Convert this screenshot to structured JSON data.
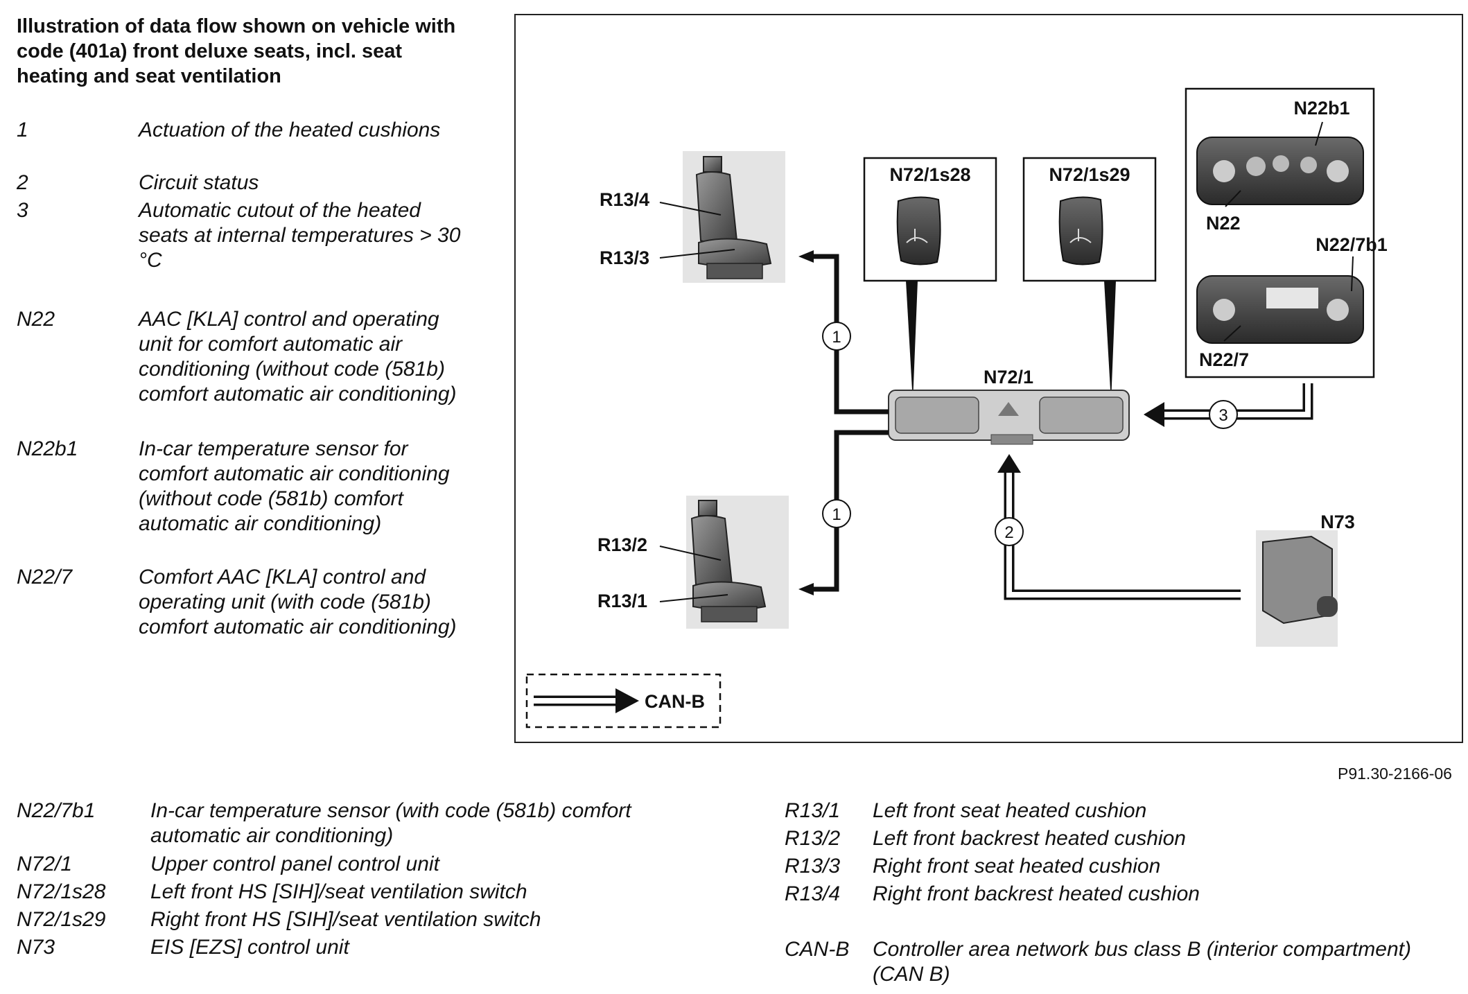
{
  "title": "Illustration of data flow shown on vehicle with code (401a) front deluxe seats, incl. seat heating and seat ventilation",
  "legend_top": [
    {
      "code": "1",
      "text": "Actuation of the heated cushions"
    },
    {
      "code": "2",
      "text": "Circuit status"
    },
    {
      "code": "3",
      "text": "Automatic cutout of the heated seats at internal temperatures > 30 °C"
    },
    {
      "code": "N22",
      "text": "AAC [KLA] control and operating unit for comfort automatic air conditioning (without code (581b) comfort automatic air conditioning)"
    },
    {
      "code": "N22b1",
      "text": "In-car temperature sensor for comfort automatic air conditioning (without code (581b) comfort automatic air conditioning)"
    },
    {
      "code": "N22/7",
      "text": "Comfort AAC [KLA] control and operating unit (with code (581b) comfort automatic air conditioning)"
    }
  ],
  "legend_bottom_left": [
    {
      "code": "N22/7b1",
      "text": "In-car temperature sensor (with code (581b) comfort automatic air conditioning)"
    },
    {
      "code": "N72/1",
      "text": "Upper control panel control unit"
    },
    {
      "code": "N72/1s28",
      "text": "Left front HS [SIH]/seat ventilation switch"
    },
    {
      "code": "N72/1s29",
      "text": "Right front HS [SIH]/seat ventilation switch"
    },
    {
      "code": "N73",
      "text": "EIS [EZS] control unit"
    }
  ],
  "legend_bottom_right": [
    {
      "code": "R13/1",
      "text": "Left front seat heated cushion"
    },
    {
      "code": "R13/2",
      "text": "Left front backrest heated cushion"
    },
    {
      "code": "R13/3",
      "text": "Right front seat heated cushion"
    },
    {
      "code": "R13/4",
      "text": "Right front backrest heated cushion"
    },
    {
      "code": "CAN-B",
      "text": "Controller area network bus class B (interior compartment) (CAN B)"
    }
  ],
  "figure_ref": "P91.30-2166-06",
  "diagram": {
    "labels": {
      "r13_4": "R13/4",
      "r13_3": "R13/3",
      "r13_2": "R13/2",
      "r13_1": "R13/1",
      "n72_1s28": "N72/1s28",
      "n72_1s29": "N72/1s29",
      "n72_1": "N72/1",
      "n22b1": "N22b1",
      "n22": "N22",
      "n22_7b1": "N22/7b1",
      "n22_7": "N22/7",
      "n73": "N73",
      "can_b": "CAN-B"
    },
    "flow_numbers": {
      "upper_seat": "1",
      "lower_seat": "1",
      "n73": "2",
      "n22": "3"
    }
  }
}
